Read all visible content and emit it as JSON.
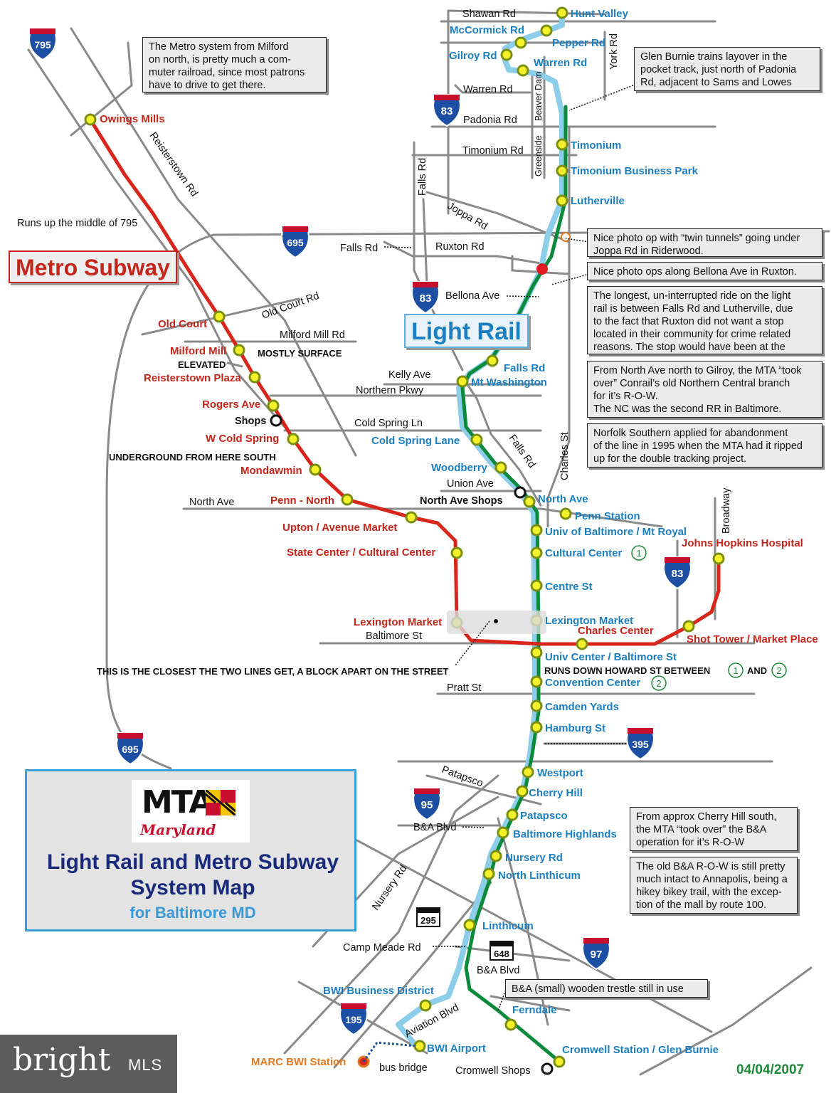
{
  "colors": {
    "metro": "#d9261c",
    "light_rail_green": "#0c8a3c",
    "light_rail_blue": "#8ccde9",
    "road": "#8a8a8a",
    "station_fill": "#f4f02a",
    "station_ring": "#7a8f12",
    "metro_label": "#c4261c",
    "lr_label": "#1c7fc0",
    "box_border": "#3aa0d8"
  },
  "titles": {
    "metro": "Metro Subway",
    "light_rail": "Light Rail"
  },
  "legend": {
    "logo_text": "MTA",
    "logo_sub": "Maryland",
    "title": "Light Rail and Metro Subway\nSystem Map",
    "subtitle": "for Baltimore MD"
  },
  "date": "04/04/2007",
  "watermark": {
    "brand": "bright",
    "suffix": "MLS"
  },
  "notes": [
    "The Metro system from Milford\non north, is pretty much a com-\nmuter railroad, since most patrons\nhave to drive to get there.",
    "Glen Burnie trains layover in the\npocket track, just north of Padonia\nRd, adjacent to Sams and Lowes",
    "Nice photo op with “twin tunnels” going under\nJoppa Rd in Riderwood.",
    "Nice photo ops along Bellona Ave in Ruxton.",
    "The longest, un-interrupted ride on the light\nrail is between Falls Rd and Lutherville, due\nto the fact that Ruxton did not want a stop\nlocated in their community for crime related\nreasons.  The stop would have been at the",
    "From North Ave north to Gilroy, the MTA “took\nover” Conrail’s old Northern Central branch\nfor it’s R-O-W.\nThe NC was the second RR in Baltimore.",
    "Norfolk Southern applied for abandonment\nof the line in 1995 when the MTA had it ripped\nup for the double tracking project.",
    "From approx Cherry Hill south,\nthe MTA “took over” the B&A\noperation for it’s R-O-W",
    "The old B&A R-O-W is still pretty\nmuch intact to Annapolis, being a\nhikey bikey trail, with the excep-\ntion of the mall by route 100.",
    "B&A (small) wooden trestle still in use"
  ],
  "metro_stations": [
    "Owings Mills",
    "Old Court",
    "Milford Mill",
    "Reisterstown Plaza",
    "Rogers Ave",
    "W Cold Spring",
    "Mondawmin",
    "Penn - North",
    "Upton / Avenue Market",
    "State Center / Cultural Center",
    "Lexington Market",
    "Charles Center",
    "Shot Tower / Market Place",
    "Johns Hopkins Hospital"
  ],
  "light_rail_stations": [
    "Hunt Valley",
    "McCormick Rd",
    "Pepper Rd",
    "Gilroy Rd",
    "Warren Rd",
    "Timonium",
    "Timonium Business Park",
    "Lutherville",
    "Falls Rd",
    "Mt Washington",
    "Cold Spring Lane",
    "Woodberry",
    "North Ave",
    "Penn Station",
    "Univ of Baltimore / Mt Royal",
    "Cultural Center",
    "Centre St",
    "Lexington Market",
    "Univ Center / Baltimore St",
    "Convention Center",
    "Camden Yards",
    "Hamburg St",
    "Westport",
    "Cherry Hill",
    "Patapsco",
    "Baltimore Highlands",
    "Nursery Rd",
    "North Linthicum",
    "Linthicum",
    "BWI Business District",
    "BWI Airport",
    "Ferndale",
    "Cromwell Station / Glen Burnie"
  ],
  "other_stations": [
    "MARC BWI Station"
  ],
  "roads": [
    "Shawan Rd",
    "Warren Rd",
    "Padonia Rd",
    "Timonium Rd",
    "York Rd",
    "Greenside",
    "Beaver Dam",
    "Falls Rd",
    "Joppa Rd",
    "Ruxton Rd",
    "Bellona Ave",
    "Reisterstown Rd",
    "Old Court Rd",
    "Milford Mill Rd",
    "Kelly Ave",
    "Northern Pkwy",
    "Cold Spring Ln",
    "Union Ave",
    "Charles St",
    "North Ave",
    "Broadway",
    "Baltimore St",
    "Pratt St",
    "Patapsco",
    "B&A Blvd",
    "Nursery Rd",
    "Camp Meade Rd",
    "Aviation Blvd"
  ],
  "highways": [
    "795",
    "695",
    "83",
    "395",
    "95",
    "195",
    "97",
    "295",
    "648"
  ],
  "facilities": [
    "Shops",
    "North Ave Shops",
    "Cromwell Shops",
    "bus bridge"
  ],
  "annotations": [
    "Runs up the middle of 795",
    "MOSTLY SURFACE",
    "ELEVATED",
    "UNDERGROUND FROM HERE SOUTH",
    "THIS IS THE CLOSEST THE TWO LINES GET, A BLOCK APART ON THE STREET",
    "RUNS DOWN HOWARD ST BETWEEN",
    "AND",
    "1",
    "2"
  ]
}
